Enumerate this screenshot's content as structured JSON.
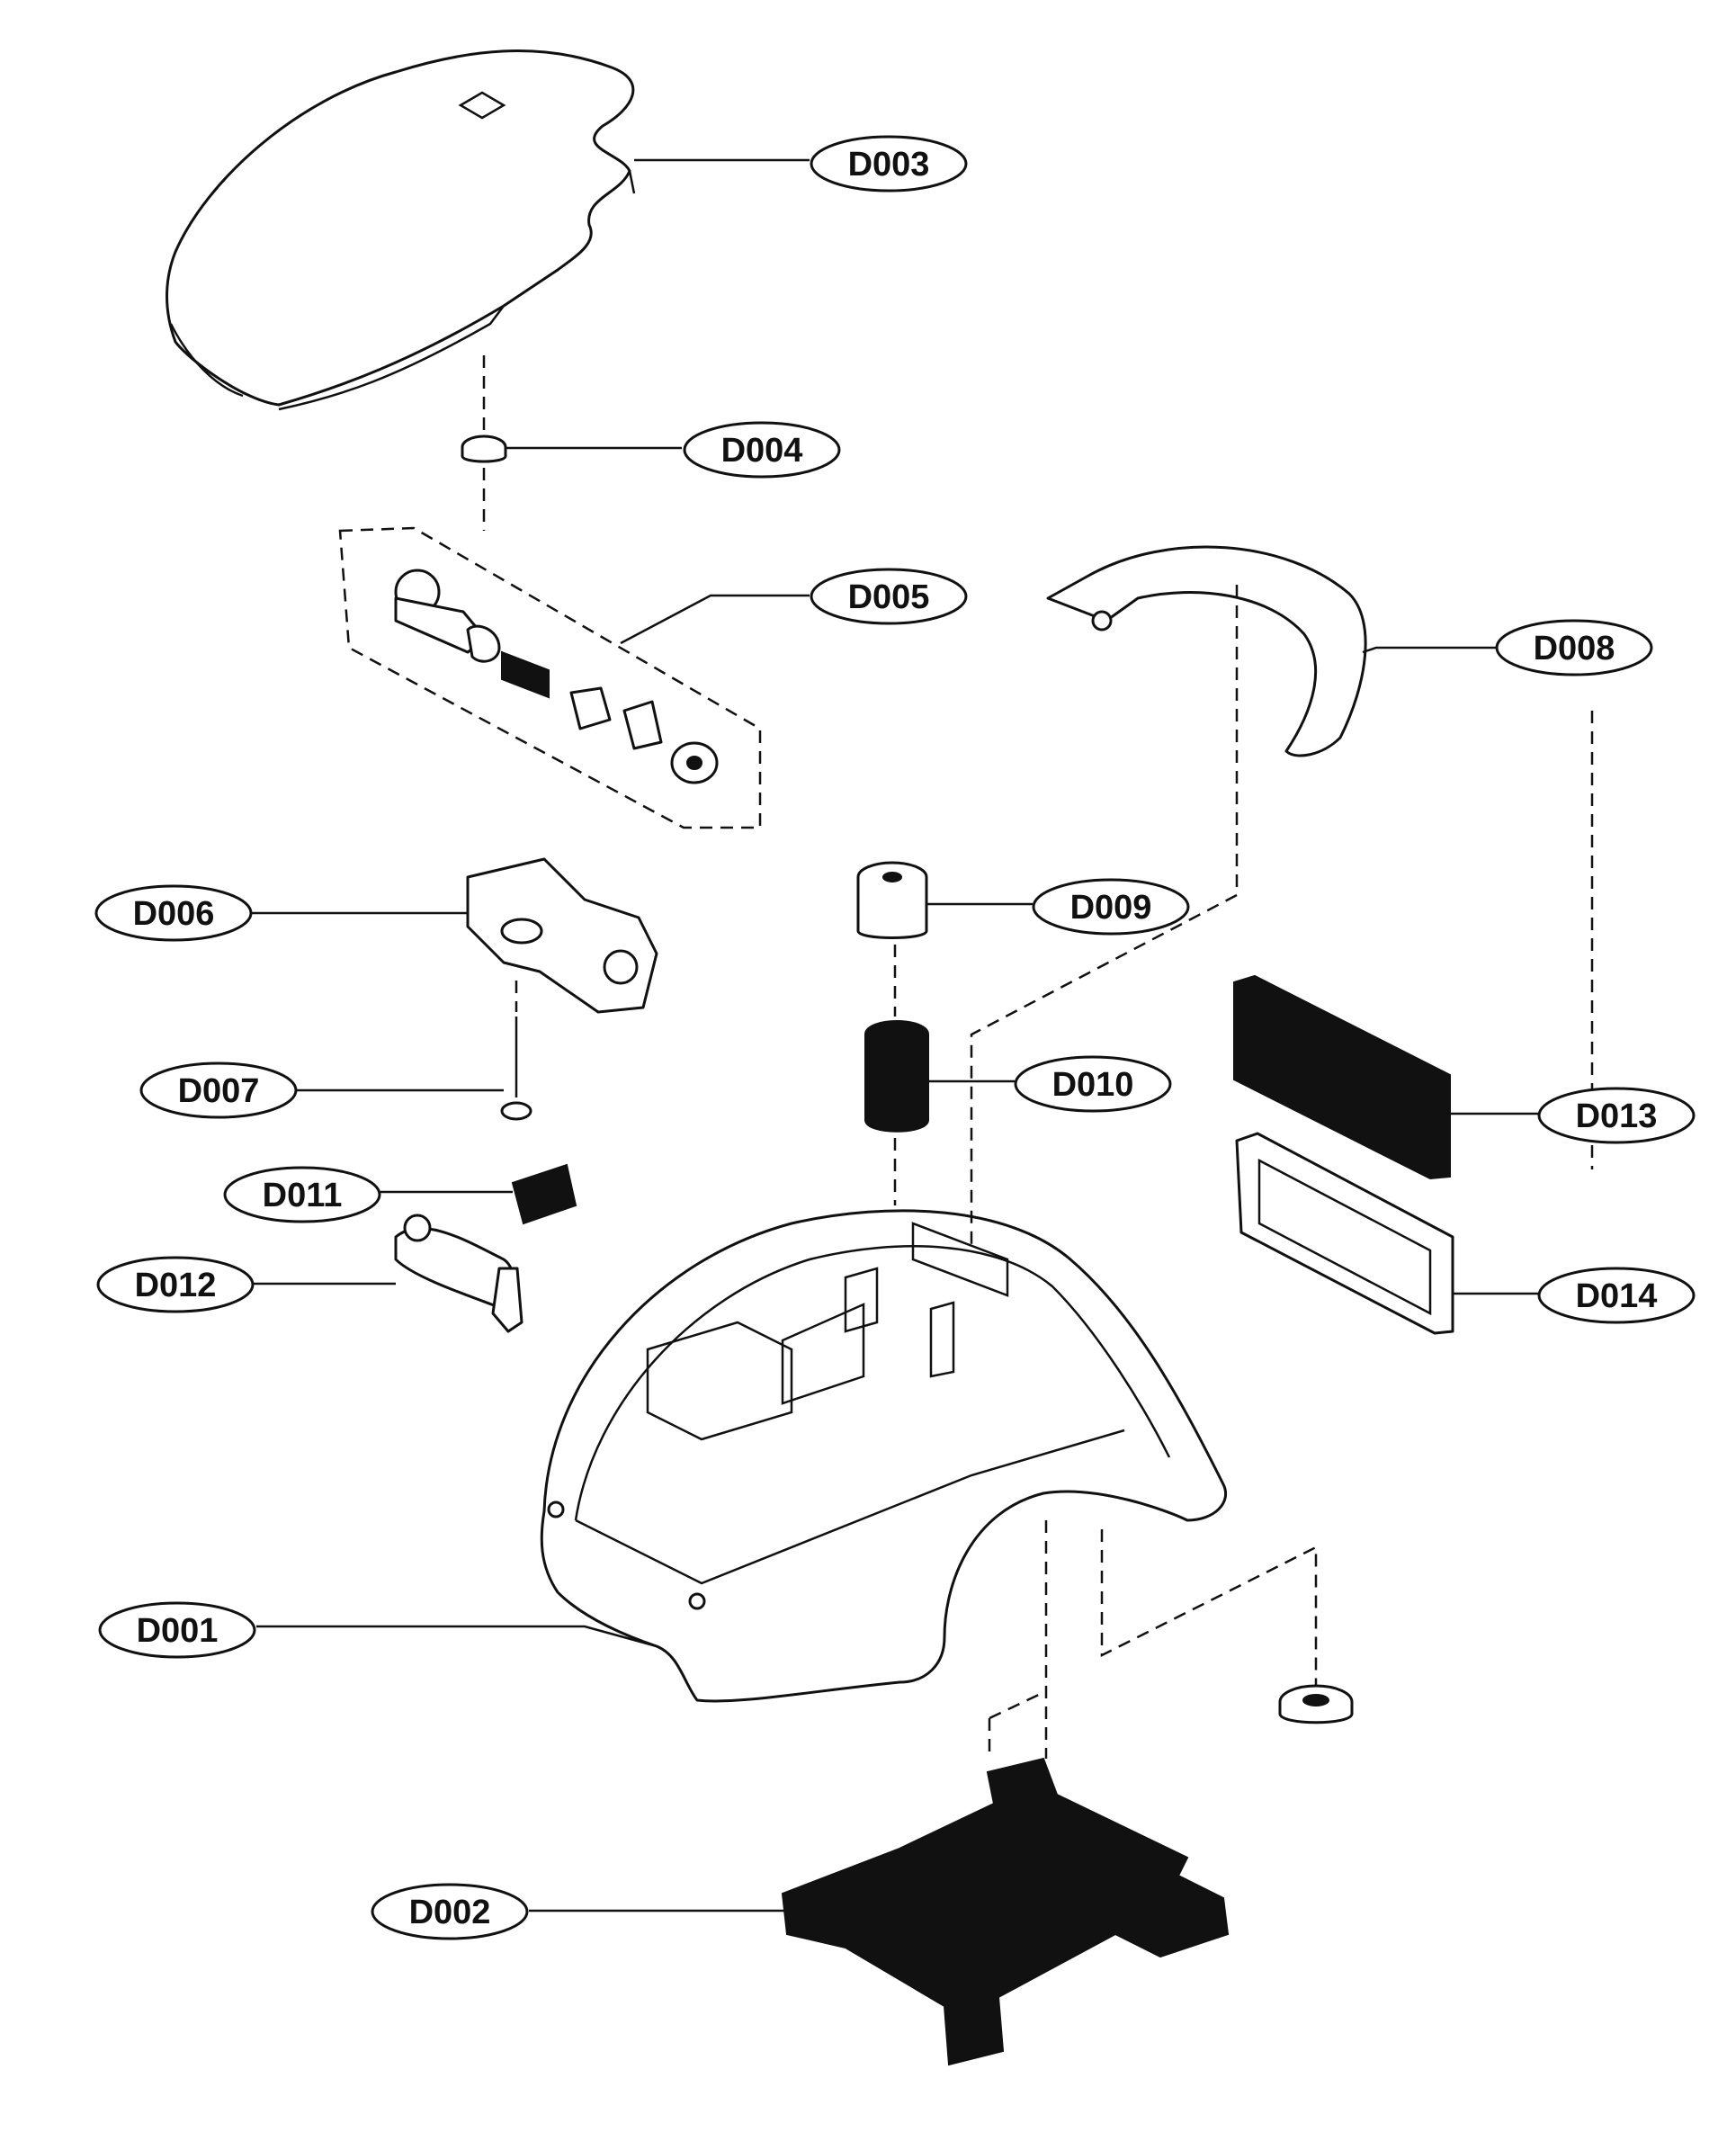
{
  "labels": {
    "d001": "D001",
    "d002": "D002",
    "d003": "D003",
    "d004": "D004",
    "d005": "D005",
    "d006": "D006",
    "d007": "D007",
    "d008": "D008",
    "d009": "D009",
    "d010": "D010",
    "d011": "D011",
    "d012": "D012",
    "d013": "D013",
    "d014": "D014"
  }
}
